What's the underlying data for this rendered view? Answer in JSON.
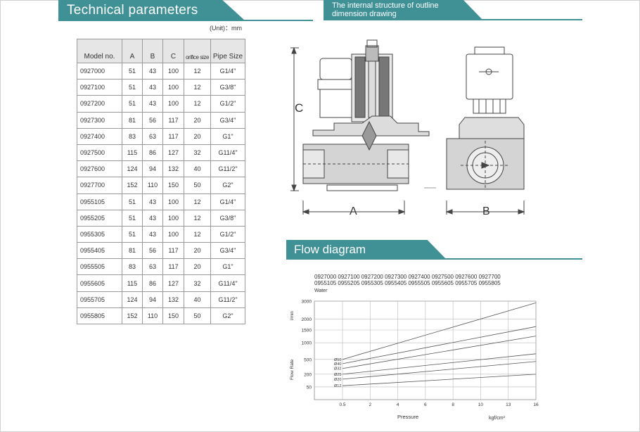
{
  "technical": {
    "title": "Technical parameters",
    "unit": "(Unit)：mm",
    "headers": [
      "Model no.",
      "A",
      "B",
      "C",
      "orifice size",
      "Pipe  Size"
    ],
    "rows": [
      [
        "0927000",
        "51",
        "43",
        "100",
        "12",
        "G1/4\""
      ],
      [
        "0927100",
        "51",
        "43",
        "100",
        "12",
        "G3/8\""
      ],
      [
        "0927200",
        "51",
        "43",
        "100",
        "12",
        "G1/2\""
      ],
      [
        "0927300",
        "81",
        "56",
        "117",
        "20",
        "G3/4\""
      ],
      [
        "0927400",
        "83",
        "63",
        "117",
        "20",
        "G1\""
      ],
      [
        "0927500",
        "115",
        "86",
        "127",
        "32",
        "G11/4\""
      ],
      [
        "0927600",
        "124",
        "94",
        "132",
        "40",
        "G11/2\""
      ],
      [
        "0927700",
        "152",
        "110",
        "150",
        "50",
        "G2\""
      ],
      [
        "0955105",
        "51",
        "43",
        "100",
        "12",
        "G1/4\""
      ],
      [
        "0955205",
        "51",
        "43",
        "100",
        "12",
        "G3/8\""
      ],
      [
        "0955305",
        "51",
        "43",
        "100",
        "12",
        "G1/2\""
      ],
      [
        "0955405",
        "81",
        "56",
        "117",
        "20",
        "G3/4\""
      ],
      [
        "0955505",
        "83",
        "63",
        "117",
        "20",
        "G1\""
      ],
      [
        "0955605",
        "115",
        "86",
        "127",
        "32",
        "G11/4\""
      ],
      [
        "0955705",
        "124",
        "94",
        "132",
        "40",
        "G11/2\""
      ],
      [
        "0955805",
        "152",
        "110",
        "150",
        "50",
        "G2\""
      ]
    ]
  },
  "structure": {
    "title": "The internal structure of outline dimension drawing",
    "label_c": "C",
    "label_a": "A",
    "label_b": "B"
  },
  "flow": {
    "title": "Flow diagram",
    "chart_data": {
      "type": "line",
      "model_row1": "0927000  0927100  0927200  0927300  0927400  0927500   0927600  0927700",
      "model_row2": "0955105  0955205  0955305  0955405  0955505  0955605   0955705  0955805",
      "medium": "Water",
      "ylabel": "Flow Rate",
      "yunit": "l/min",
      "xlabel": "Pressure",
      "xunit": "kgf/cm²",
      "y_ticks": [
        {
          "v": 3000,
          "label": "3000"
        },
        {
          "v": 2000,
          "label": "2000"
        },
        {
          "v": 1500,
          "label": "1500"
        },
        {
          "v": 1000,
          "label": "1000"
        },
        {
          "v": 500,
          "label": "500"
        },
        {
          "v": 200,
          "label": "200"
        },
        {
          "v": 50,
          "label": "50"
        }
      ],
      "x_ticks": [
        {
          "v": 0.5,
          "label": "0.5"
        },
        {
          "v": 2,
          "label": "2"
        },
        {
          "v": 4,
          "label": "4"
        },
        {
          "v": 6,
          "label": "6"
        },
        {
          "v": 8,
          "label": "8"
        },
        {
          "v": 10,
          "label": "10"
        },
        {
          "v": 13,
          "label": "13"
        },
        {
          "v": 16,
          "label": "16"
        }
      ],
      "series": [
        {
          "name": "Ø50",
          "start": 500,
          "end": 2900
        },
        {
          "name": "Ø40",
          "start": 400,
          "end": 1650
        },
        {
          "name": "Ø32",
          "start": 300,
          "end": 1250
        },
        {
          "name": "Ø25",
          "start": 200,
          "end": 650
        },
        {
          "name": "Ø20",
          "start": 130,
          "end": 450
        },
        {
          "name": "Ø12",
          "start": 60,
          "end": 200
        }
      ]
    }
  }
}
